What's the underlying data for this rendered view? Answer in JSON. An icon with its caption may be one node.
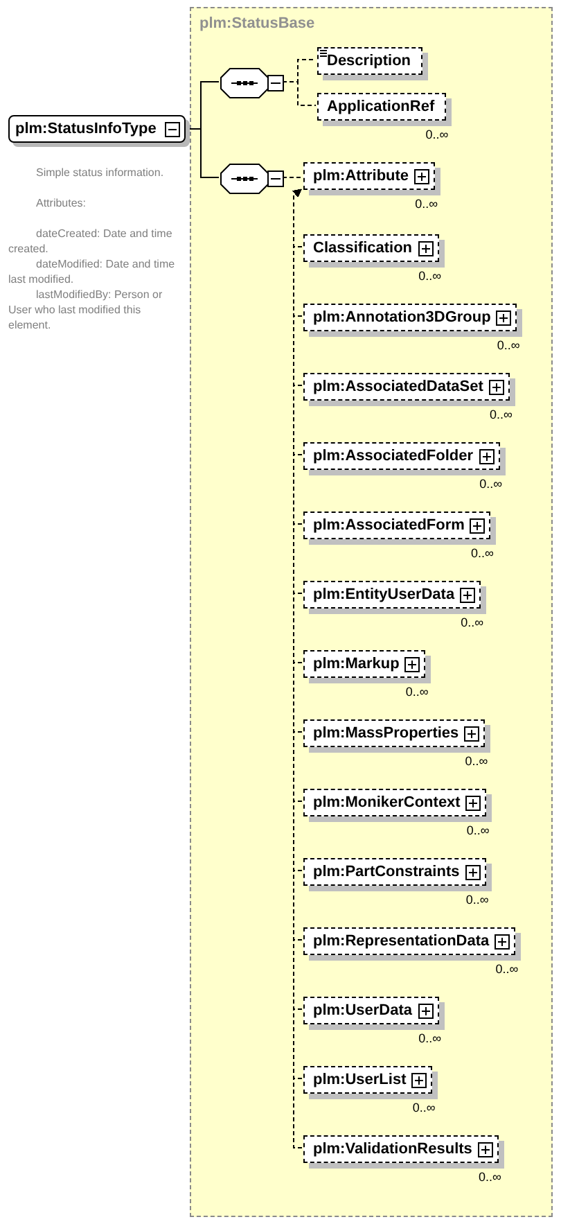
{
  "diagram": {
    "nodes": [
      {
        "text": [
          "plm:StatusInfoType"
        ],
        "beside": [
          "Simple status information.",
          "Attributes:",
          "dateCreated: Date and time created.",
          "dateModified: Date and time last modified.",
          "lastModifiedBy: Person or User who last modified this element."
        ]
      },
      {
        "text": [
          "plm:StatusBase"
        ]
      },
      {
        "text": [],
        "shape": "octagon",
        "in": 1
      },
      {
        "text": [
          "Description"
        ],
        "in": 1
      },
      {
        "text": [
          "ApplicationRef"
        ],
        "in": 1,
        "beside": [
          "0..∞"
        ]
      },
      {
        "text": [],
        "shape": "octagon",
        "in": 1
      },
      {
        "text": [
          "plm:Attribute"
        ],
        "in": 1,
        "beside": [
          "0..∞"
        ]
      },
      {
        "text": [
          "Classification"
        ],
        "in": 1,
        "beside": [
          "0..∞"
        ]
      },
      {
        "text": [
          "plm:Annotation3DGroup"
        ],
        "in": 1,
        "beside": [
          "0..∞"
        ]
      },
      {
        "text": [
          "plm:AssociatedDataSet"
        ],
        "in": 1,
        "beside": [
          "0..∞"
        ]
      },
      {
        "text": [
          "plm:AssociatedFolder"
        ],
        "in": 1,
        "beside": [
          "0..∞"
        ]
      },
      {
        "text": [
          "plm:AssociatedForm"
        ],
        "in": 1,
        "beside": [
          "0..∞"
        ]
      },
      {
        "text": [
          "plm:EntityUserData"
        ],
        "in": 1,
        "beside": [
          "0..∞"
        ]
      },
      {
        "text": [
          "plm:Markup"
        ],
        "in": 1,
        "beside": [
          "0..∞"
        ]
      },
      {
        "text": [
          "plm:MassProperties"
        ],
        "in": 1,
        "beside": [
          "0..∞"
        ]
      },
      {
        "text": [
          "plm:MonikerContext"
        ],
        "in": 1,
        "beside": [
          "0..∞"
        ]
      },
      {
        "text": [
          "plm:PartConstraints"
        ],
        "in": 1,
        "beside": [
          "0..∞"
        ]
      },
      {
        "text": [
          "plm:RepresentationData"
        ],
        "in": 1,
        "beside": [
          "0..∞"
        ]
      },
      {
        "text": [
          "plm:UserData"
        ],
        "in": 1,
        "beside": [
          "0..∞"
        ]
      },
      {
        "text": [
          "plm:UserList"
        ],
        "in": 1,
        "beside": [
          "0..∞"
        ]
      },
      {
        "text": [
          "plm:ValidationResults"
        ],
        "in": 1,
        "beside": [
          "0..∞"
        ]
      }
    ],
    "edges": [
      {
        "from": 0,
        "to": 2,
        "arrow": "none"
      },
      {
        "from": 0,
        "to": 5,
        "arrow": "none"
      },
      {
        "from": 2,
        "to": 3,
        "arrow": "none",
        "style": "dashed"
      },
      {
        "from": 2,
        "to": 4,
        "arrow": "none",
        "style": "dashed"
      },
      {
        "from": 5,
        "to": 6,
        "arrow": "none",
        "style": "dashed"
      },
      {
        "from": 7,
        "to": 6,
        "arrow": "to",
        "style": "dashed"
      },
      {
        "from": 8,
        "to": 6,
        "arrow": "to",
        "style": "dashed"
      },
      {
        "from": 9,
        "to": 6,
        "arrow": "to",
        "style": "dashed"
      },
      {
        "from": 10,
        "to": 6,
        "arrow": "to",
        "style": "dashed"
      },
      {
        "from": 11,
        "to": 6,
        "arrow": "to",
        "style": "dashed"
      },
      {
        "from": 12,
        "to": 6,
        "arrow": "to",
        "style": "dashed"
      },
      {
        "from": 13,
        "to": 6,
        "arrow": "to",
        "style": "dashed"
      },
      {
        "from": 14,
        "to": 6,
        "arrow": "to",
        "style": "dashed"
      },
      {
        "from": 15,
        "to": 6,
        "arrow": "to",
        "style": "dashed"
      },
      {
        "from": 16,
        "to": 6,
        "arrow": "to",
        "style": "dashed"
      },
      {
        "from": 17,
        "to": 6,
        "arrow": "to",
        "style": "dashed"
      },
      {
        "from": 18,
        "to": 6,
        "arrow": "to",
        "style": "dashed"
      },
      {
        "from": 19,
        "to": 6,
        "arrow": "to",
        "style": "dashed"
      },
      {
        "from": 20,
        "to": 6,
        "arrow": "to",
        "style": "dashed"
      }
    ]
  }
}
